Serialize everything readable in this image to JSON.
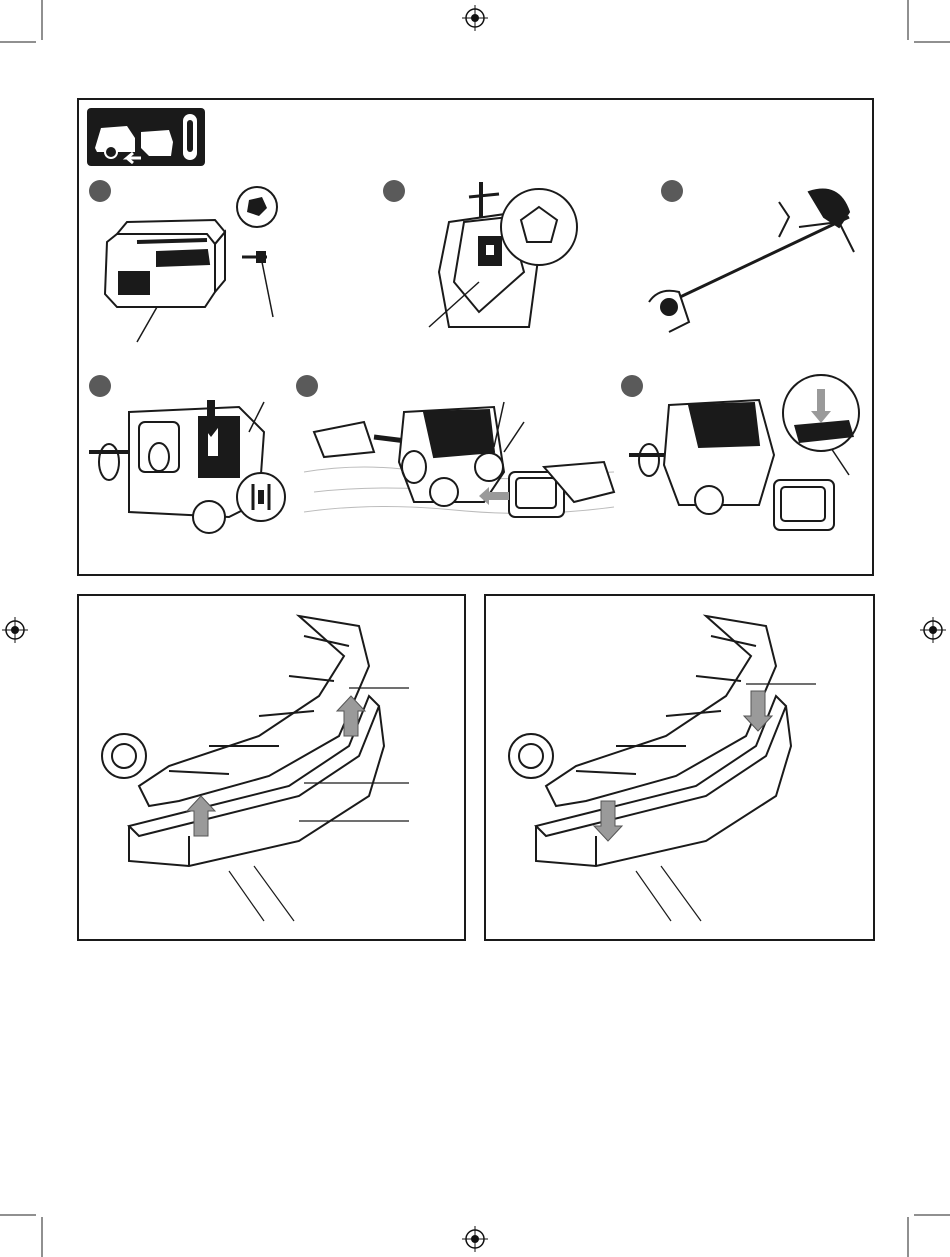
{
  "page": {
    "kind": "instruction-manual-illustration-page",
    "registration_marks": [
      "register-mark-top",
      "register-mark-left",
      "register-mark-right",
      "register-mark-bottom"
    ]
  },
  "top_panel": {
    "header_icon": "engine-warm-up-thermometer-icon",
    "steps": [
      {
        "illustration": "battery-pack-with-hex-adapter"
      },
      {
        "illustration": "engine-top-hex-socket"
      },
      {
        "illustration": "brush-cutter-overview"
      },
      {
        "illustration": "engine-side-adapter-insert"
      },
      {
        "illustration": "engine-start-with-battery-starter"
      },
      {
        "illustration": "battery-starter-attached"
      }
    ]
  },
  "bottom_panels": [
    {
      "illustration": "guard-extension-removal",
      "arrow_direction": "up"
    },
    {
      "illustration": "guard-extension-installation",
      "arrow_direction": "down"
    }
  ],
  "colors": {
    "outline": "#1a1a1a",
    "step_badge": "#5a5a5a",
    "arrow": "#9a9a9a"
  }
}
